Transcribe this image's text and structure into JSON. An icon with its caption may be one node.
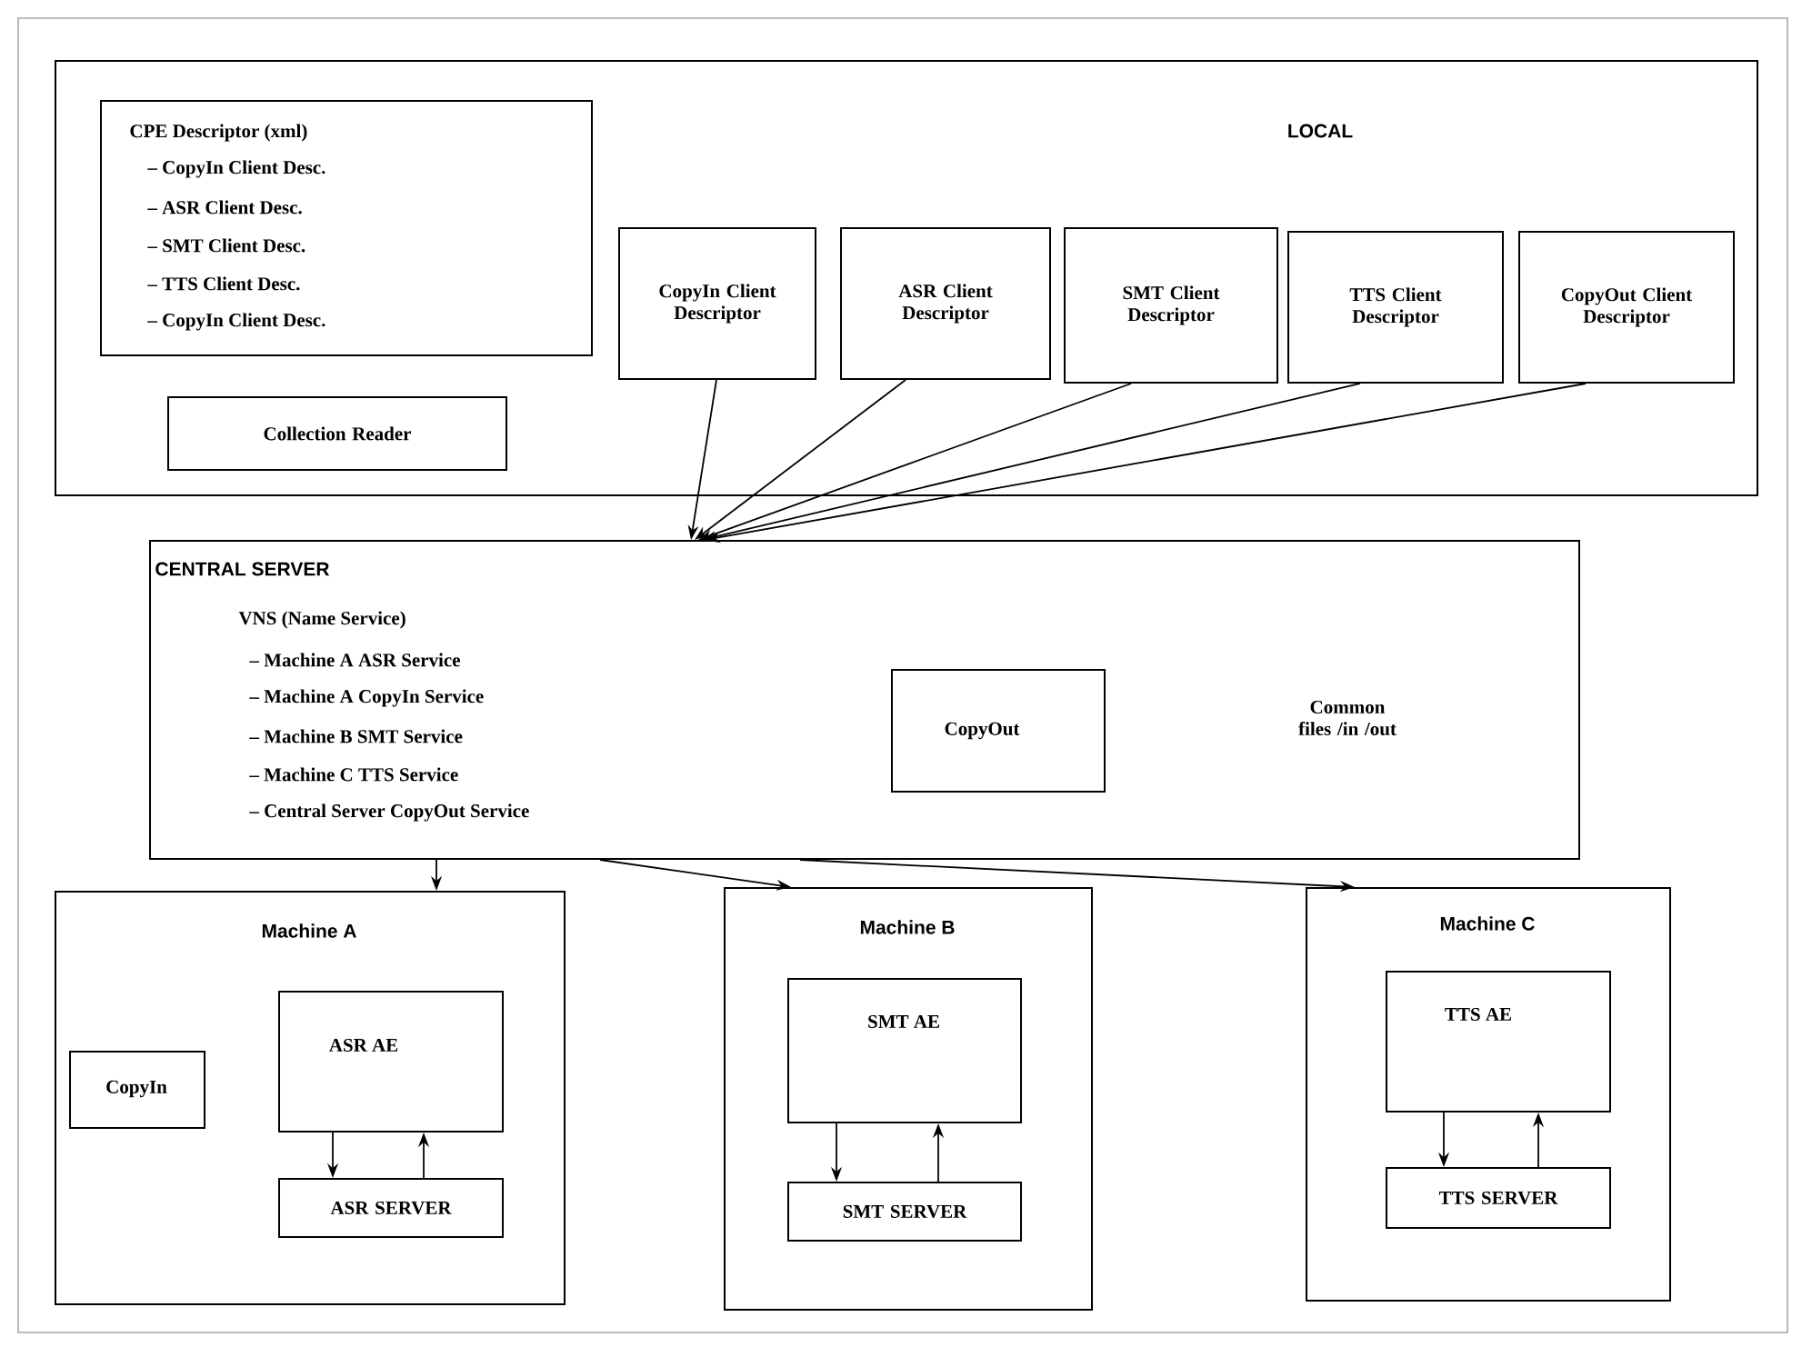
{
  "diagram": {
    "nodes": [
      {
        "text": [
          "LOCAL"
        ]
      },
      {
        "text": [
          "CPE Descriptor (xml)",
          "– CopyIn Client Desc.",
          "– ASR Client Desc.",
          "– SMT Client Desc.",
          "– TTS Client Desc.",
          "– CopyIn Client Desc."
        ],
        "in": 0
      },
      {
        "text": [
          "Collection Reader"
        ],
        "in": 0
      },
      {
        "text": [
          "CopyIn Client Descriptor"
        ],
        "in": 0
      },
      {
        "text": [
          "ASR Client Descriptor"
        ],
        "in": 0
      },
      {
        "text": [
          "SMT Client Descriptor"
        ],
        "in": 0
      },
      {
        "text": [
          "TTS Client Descriptor"
        ],
        "in": 0
      },
      {
        "text": [
          "CopyOut Client Descriptor"
        ],
        "in": 0
      },
      {
        "text": [
          "CENTRAL SERVER",
          "VNS (Name Service)",
          "– Machine A ASR Service",
          "– Machine A CopyIn Service",
          "– Machine B SMT Service",
          "– Machine C TTS Service",
          "– Central Server CopyOut Service",
          "Common files /in /out"
        ]
      },
      {
        "text": [
          "CopyOut"
        ],
        "in": 8
      },
      {
        "text": [
          "Machine A"
        ]
      },
      {
        "text": [
          "CopyIn"
        ],
        "in": 10
      },
      {
        "text": [
          "ASR AE"
        ],
        "in": 10
      },
      {
        "text": [
          "ASR SERVER"
        ],
        "in": 10
      },
      {
        "text": [
          "Machine B"
        ]
      },
      {
        "text": [
          "SMT AE"
        ],
        "in": 14
      },
      {
        "text": [
          "SMT SERVER"
        ],
        "in": 14
      },
      {
        "text": [
          "Machine C"
        ]
      },
      {
        "text": [
          "TTS AE"
        ],
        "in": 17
      },
      {
        "text": [
          "TTS SERVER"
        ],
        "in": 17
      }
    ],
    "edges": [
      {
        "from": 3,
        "to": 8,
        "arrow": "to"
      },
      {
        "from": 4,
        "to": 8,
        "arrow": "to"
      },
      {
        "from": 5,
        "to": 8,
        "arrow": "to"
      },
      {
        "from": 6,
        "to": 8,
        "arrow": "to"
      },
      {
        "from": 7,
        "to": 8,
        "arrow": "to"
      },
      {
        "from": 8,
        "to": 10,
        "arrow": "to"
      },
      {
        "from": 8,
        "to": 14,
        "arrow": "to"
      },
      {
        "from": 8,
        "to": 17,
        "arrow": "to"
      },
      {
        "from": 12,
        "to": 13,
        "arrow": "to"
      },
      {
        "from": 13,
        "to": 12,
        "arrow": "to"
      },
      {
        "from": 15,
        "to": 16,
        "arrow": "to"
      },
      {
        "from": 16,
        "to": 15,
        "arrow": "to"
      },
      {
        "from": 18,
        "to": 19,
        "arrow": "to"
      },
      {
        "from": 19,
        "to": 18,
        "arrow": "to"
      }
    ]
  }
}
